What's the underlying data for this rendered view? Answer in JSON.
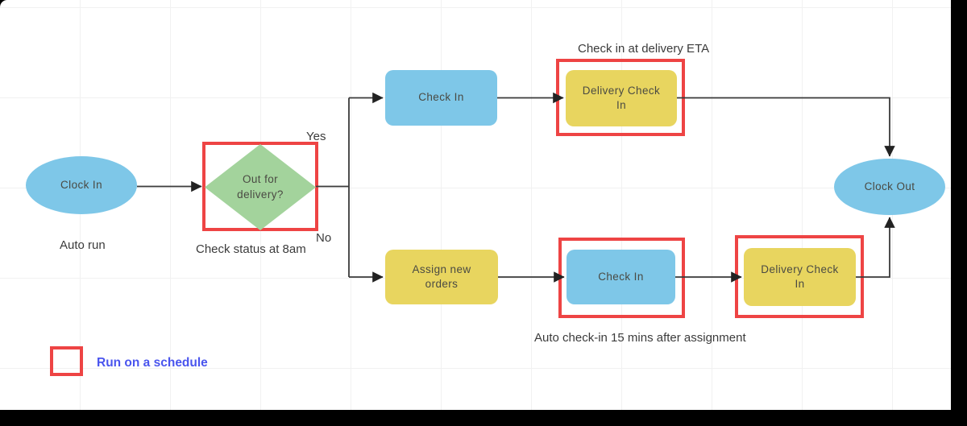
{
  "diagram": {
    "type": "flowchart",
    "nodes": [
      {
        "id": "clock-in",
        "label": "Clock In",
        "shape": "ellipse",
        "color": "#7ec7e8"
      },
      {
        "id": "out-for-delivery",
        "label": "Out for delivery?",
        "shape": "diamond",
        "color": "#a3d39c"
      },
      {
        "id": "check-in-top",
        "label": "Check In",
        "shape": "rounded-rect",
        "color": "#7ec7e8"
      },
      {
        "id": "delivery-check-in-top",
        "label": "Delivery Check In",
        "shape": "rounded-rect",
        "color": "#e8d55f"
      },
      {
        "id": "assign-new-orders",
        "label": "Assign new orders",
        "shape": "rounded-rect",
        "color": "#e8d55f"
      },
      {
        "id": "check-in-bottom",
        "label": "Check In",
        "shape": "rounded-rect",
        "color": "#7ec7e8"
      },
      {
        "id": "delivery-check-in-bottom",
        "label": "Delivery Check In",
        "shape": "rounded-rect",
        "color": "#e8d55f"
      },
      {
        "id": "clock-out",
        "label": "Clock Out",
        "shape": "ellipse",
        "color": "#7ec7e8"
      }
    ],
    "edge_labels": {
      "yes": "Yes",
      "no": "No"
    },
    "annotations": {
      "auto_run": "Auto run",
      "check_status": "Check status at 8am",
      "delivery_eta": "Check in at delivery ETA",
      "auto_checkin": "Auto check-in 15 mins after assignment"
    },
    "legend": {
      "label": "Run on a schedule",
      "marker_color": "#ee4444",
      "text_color": "#4a55ee"
    },
    "colors": {
      "node_blue": "#7ec7e8",
      "node_yellow": "#e8d55f",
      "node_green": "#a3d39c",
      "highlight_red": "#ee4444",
      "connector": "#333333",
      "node_text": "#4a4a43",
      "label_text": "#3b3b3b",
      "canvas_bg": "#ffffff",
      "frame_bg": "#000000"
    }
  }
}
